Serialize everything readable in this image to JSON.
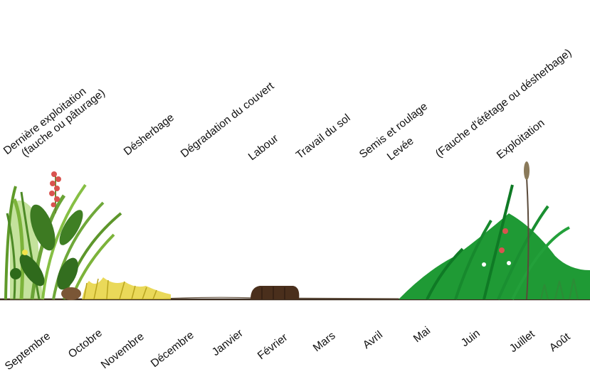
{
  "stages": [
    {
      "id": "derniere-exploitation",
      "line1": "Dernière exploitation",
      "line2": "(fauche ou pâturage)"
    },
    {
      "id": "desherbage",
      "text": "Désherbage"
    },
    {
      "id": "degradation",
      "text": "Dégradation du couvert"
    },
    {
      "id": "labour",
      "text": "Labour"
    },
    {
      "id": "travail-sol",
      "text": "Travail du sol"
    },
    {
      "id": "semis",
      "text": "Semis et roulage"
    },
    {
      "id": "levee",
      "text": "Levée"
    },
    {
      "id": "fauche-etetage",
      "text": "(Fauche d'étêtage ou désherbage)"
    },
    {
      "id": "exploitation",
      "text": "Exploitation"
    }
  ],
  "months": [
    "Septembre",
    "Octobre",
    "Novembre",
    "Décembre",
    "Janvier",
    "Février",
    "Mars",
    "Avril",
    "Mai",
    "Juin",
    "Juillet",
    "Août"
  ],
  "colors": {
    "ground": "#3a2a1e",
    "old_grass": "#7fb43a",
    "dry_grass": "#e6d23c",
    "new_crop": "#1f9a35",
    "furrow": "#4a2f1c",
    "flower": "#d9534f"
  }
}
